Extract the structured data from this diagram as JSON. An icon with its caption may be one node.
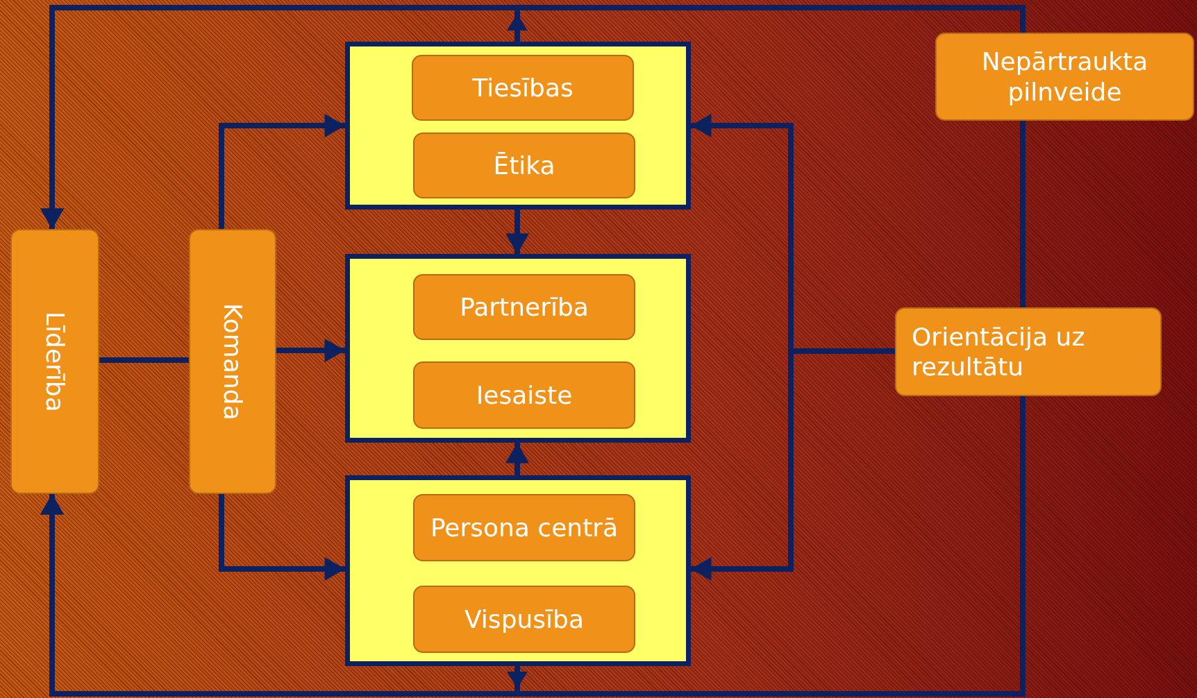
{
  "diagram": {
    "nodes": [
      {
        "text": [
          "Līderība"
        ]
      },
      {
        "text": [
          "Komanda"
        ]
      },
      {
        "text": [],
        "shape": "box"
      },
      {
        "text": [
          "Tiesības"
        ],
        "in": 2
      },
      {
        "text": [
          "Ētika"
        ],
        "in": 2
      },
      {
        "text": [],
        "shape": "box"
      },
      {
        "text": [
          "Partnerība"
        ],
        "in": 5
      },
      {
        "text": [
          "Iesaiste"
        ],
        "in": 5
      },
      {
        "text": [],
        "shape": "box"
      },
      {
        "text": [
          "Persona centrā"
        ],
        "in": 8
      },
      {
        "text": [
          "Vispusība"
        ],
        "in": 8
      },
      {
        "text": [
          "Nepārtraukta pilnveide"
        ]
      },
      {
        "text": [
          "Orientācija uz rezultātu"
        ]
      }
    ],
    "edges": [
      {
        "from": 0,
        "to": 1,
        "arrow": "none"
      },
      {
        "from": 1,
        "to": 2,
        "arrow": "to"
      },
      {
        "from": 1,
        "to": 5,
        "arrow": "to"
      },
      {
        "from": 1,
        "to": 8,
        "arrow": "to"
      },
      {
        "from": 2,
        "to": 5,
        "arrow": "to"
      },
      {
        "from": 8,
        "to": 5,
        "arrow": "to"
      },
      {
        "from": 12,
        "to": 2,
        "arrow": "to"
      },
      {
        "from": 12,
        "to": 8,
        "arrow": "to"
      },
      {
        "from": 2,
        "to": 0,
        "arrow": "to"
      },
      {
        "from": 8,
        "to": 0,
        "arrow": "to"
      },
      {
        "from": 11,
        "to": 0,
        "arrow": "to"
      },
      {
        "from": 11,
        "to": 12,
        "arrow": "none"
      },
      {
        "from": 12,
        "to": 0,
        "arrow": "to"
      }
    ]
  }
}
